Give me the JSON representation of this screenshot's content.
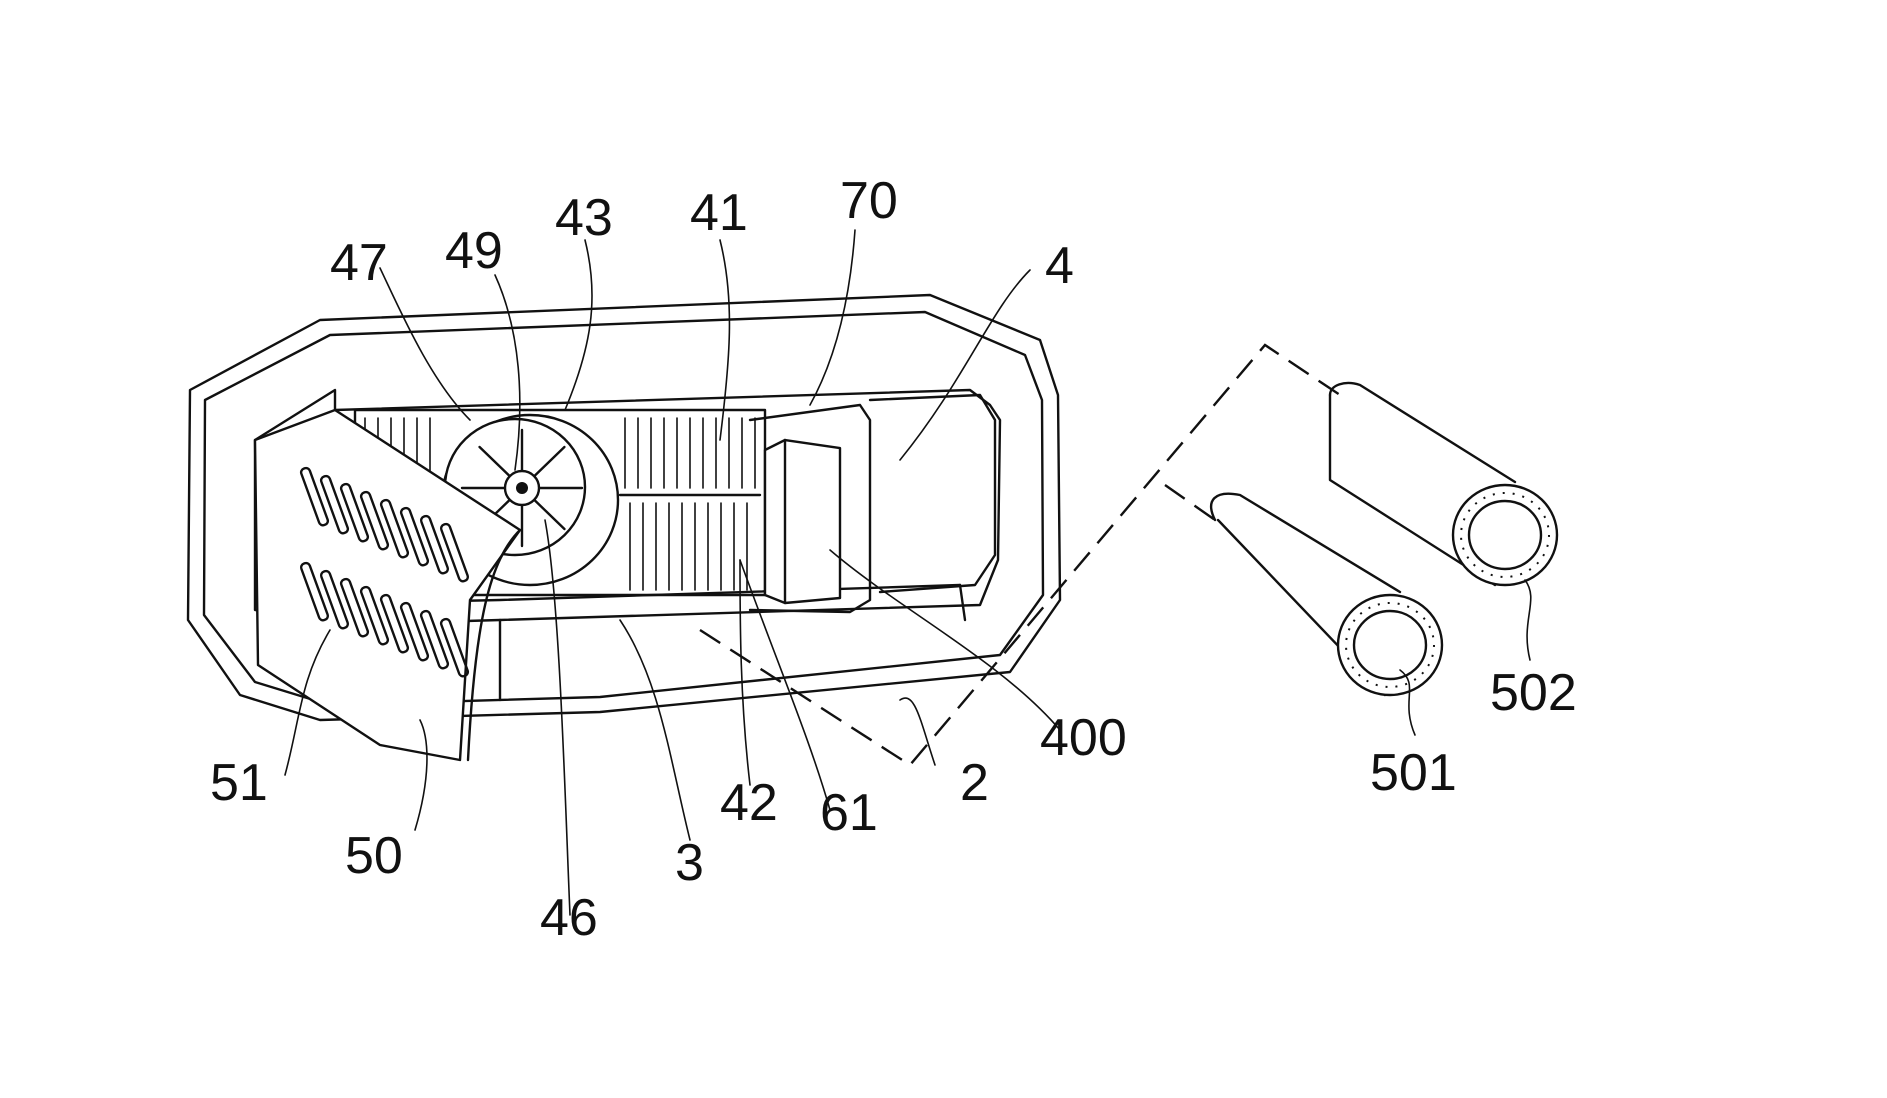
{
  "figure": {
    "reference_labels": [
      {
        "id": "47",
        "text": "47"
      },
      {
        "id": "49",
        "text": "49"
      },
      {
        "id": "43",
        "text": "43"
      },
      {
        "id": "41",
        "text": "41"
      },
      {
        "id": "70",
        "text": "70"
      },
      {
        "id": "4",
        "text": "4"
      },
      {
        "id": "51",
        "text": "51"
      },
      {
        "id": "50",
        "text": "50"
      },
      {
        "id": "46",
        "text": "46"
      },
      {
        "id": "3",
        "text": "3"
      },
      {
        "id": "42",
        "text": "42"
      },
      {
        "id": "61",
        "text": "61"
      },
      {
        "id": "2",
        "text": "2"
      },
      {
        "id": "400",
        "text": "400"
      },
      {
        "id": "501",
        "text": "501"
      },
      {
        "id": "502",
        "text": "502"
      }
    ]
  }
}
